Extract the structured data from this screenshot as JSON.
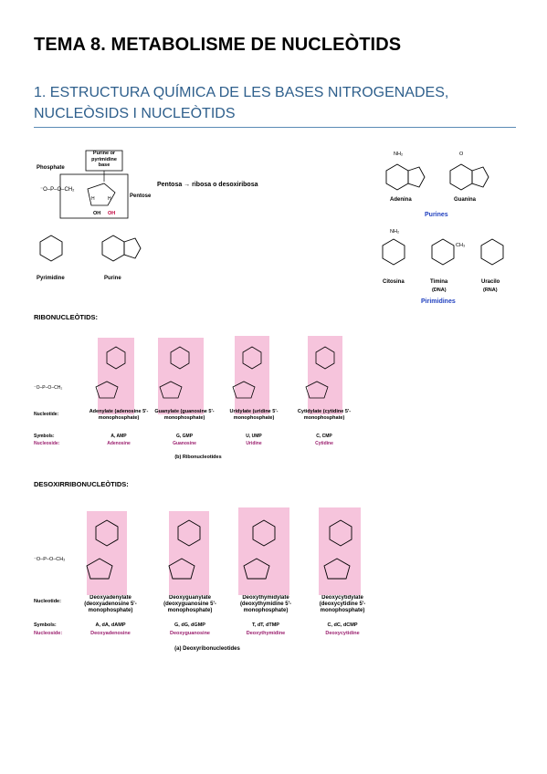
{
  "title": "TEMA 8. METABOLISME DE NUCLEÒTIDS",
  "section": "1. ESTRUCTURA QUÍMICA DE LES BASES NITROGENADES, NUCLEÒSIDS I NUCLEÒTIDS",
  "nucleotide_fig": {
    "phosphate": "Phosphate",
    "base_box": "Purine or pyrimidine base",
    "pentose": "Pentose",
    "oh": "OH",
    "h": "H",
    "pyrimidine": "Pyrimidine",
    "purine": "Purine"
  },
  "pentosa_note": "Pentosa → ribosa o desoxiribosa",
  "bases": {
    "adenina": "Adenina",
    "guanina": "Guanina",
    "purines": "Purines",
    "citosina": "Citosina",
    "timina": "Timina",
    "timina_sub": "(DNA)",
    "uracilo": "Uracilo",
    "uracilo_sub": "(RNA)",
    "pirimidines": "Pirimidines"
  },
  "ribo": {
    "heading": "RIBONUCLEÒTIDS:",
    "row_labels": [
      "Nucleotide:",
      "Symbols:",
      "Nucleoside:"
    ],
    "columns": [
      {
        "name": "Adenylate (adenosine 5'-monophosphate)",
        "symbols": "A, AMP",
        "nucleoside": "Adenosine"
      },
      {
        "name": "Guanylate (guanosine 5'-monophosphate)",
        "symbols": "G, GMP",
        "nucleoside": "Guanosine"
      },
      {
        "name": "Uridylate (uridine 5'-monophosphate)",
        "symbols": "U, UMP",
        "nucleoside": "Uridine"
      },
      {
        "name": "Cytidylate (cytidine 5'-monophosphate)",
        "symbols": "C, CMP",
        "nucleoside": "Cytidine"
      }
    ],
    "caption": "(b) Ribonucleotides"
  },
  "desoxi": {
    "heading": "DESOXIRRIBONUCLEÒTIDS:",
    "row_labels": [
      "Nucleotide:",
      "Symbols:",
      "Nucleoside:"
    ],
    "columns": [
      {
        "name": "Deoxyadenylate (deoxyadenosine 5'-monophosphate)",
        "symbols": "A, dA, dAMP",
        "nucleoside": "Deoxyadenosine"
      },
      {
        "name": "Deoxyguanylate (deoxyguanosine 5'-monophosphate)",
        "symbols": "G, dG, dGMP",
        "nucleoside": "Deoxyguanosine"
      },
      {
        "name": "Deoxythymidylate (deoxythymidine 5'-monophosphate)",
        "symbols": "T, dT, dTMP",
        "nucleoside": "Deoxythymidine"
      },
      {
        "name": "Deoxycytidylate (deoxycytidine 5'-monophosphate)",
        "symbols": "C, dC, dCMP",
        "nucleoside": "Deoxycytidine"
      }
    ],
    "caption": "(a) Deoxyribonucleotides"
  },
  "colors": {
    "heading_blue": "#2e5f8c",
    "label_blue": "#1f3fbf",
    "highlight_pink": "#f6c4dc",
    "nucleoside_purple": "#9b1f6e"
  }
}
